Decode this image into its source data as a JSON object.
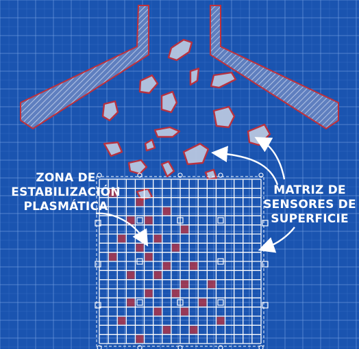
{
  "labels": {
    "zone": [
      "ZONA DE",
      "ESTABILIZACIÓN",
      "PLASMÁTICA"
    ],
    "matrix": [
      "MATRIZ DE",
      "SENSORES DE",
      "SUPERFICIE"
    ]
  },
  "colors": {
    "background": "#1a54b0",
    "grid_line": "#5d8fdb",
    "grid_line_major": "#7ea8e8",
    "ink": "#ffffff",
    "fragment_fill": "#b8c6e0",
    "fragment_outline": "#c0303a",
    "hatch_fill": "#5f7fbf"
  },
  "diagram": {
    "sensor_matrix": {
      "rows": 18,
      "cols": 18,
      "highlighted_cells": [
        [
          1,
          1
        ],
        [
          2,
          4
        ],
        [
          3,
          7
        ],
        [
          4,
          3
        ],
        [
          4,
          5
        ],
        [
          5,
          9
        ],
        [
          6,
          2
        ],
        [
          6,
          6
        ],
        [
          7,
          4
        ],
        [
          7,
          8
        ],
        [
          8,
          1
        ],
        [
          8,
          5
        ],
        [
          9,
          7
        ],
        [
          9,
          10
        ],
        [
          10,
          3
        ],
        [
          10,
          6
        ],
        [
          11,
          9
        ],
        [
          11,
          12
        ],
        [
          12,
          5
        ],
        [
          12,
          8
        ],
        [
          13,
          3
        ],
        [
          13,
          11
        ],
        [
          14,
          6
        ],
        [
          14,
          9
        ],
        [
          15,
          2
        ],
        [
          15,
          13
        ],
        [
          16,
          7
        ],
        [
          16,
          10
        ],
        [
          17,
          4
        ]
      ]
    },
    "fragment_count": 16,
    "icons": [
      "funnel-chute-icon",
      "plasma-fragment-icon",
      "callout-arrow-icon",
      "sensor-node-icon"
    ]
  }
}
